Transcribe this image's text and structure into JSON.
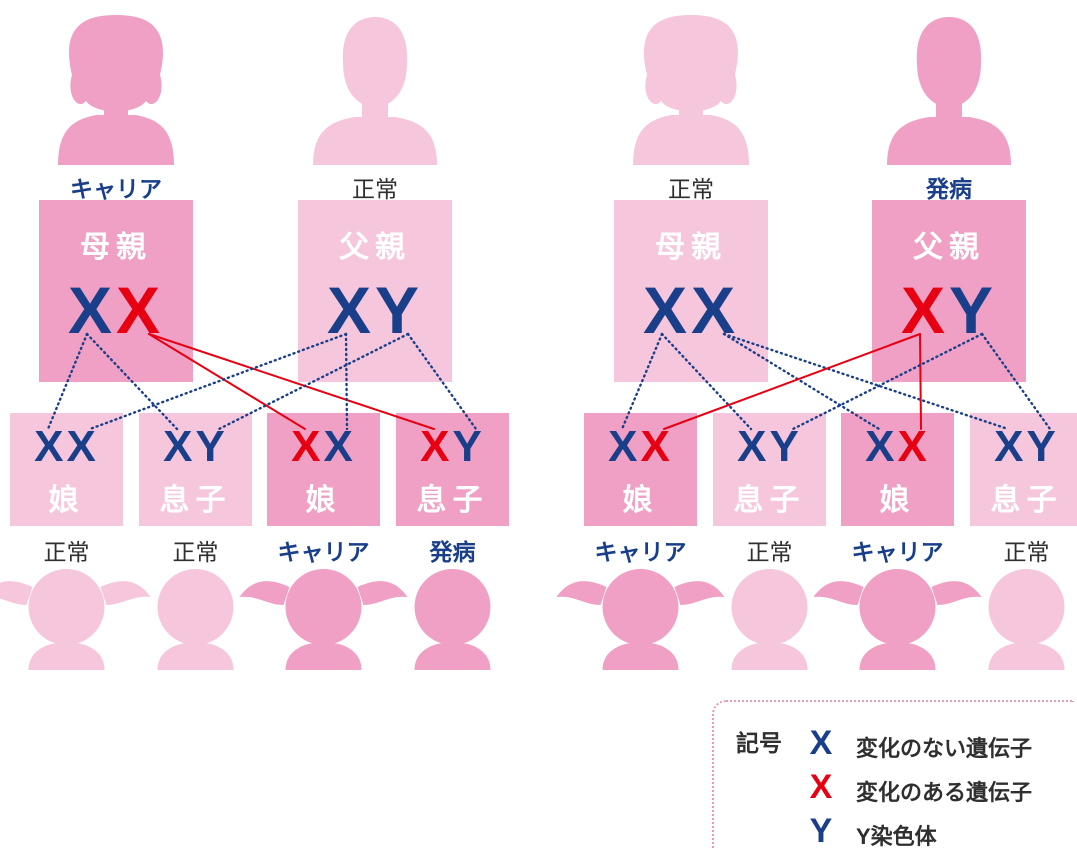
{
  "colors": {
    "dark_pink": "#f0a0c4",
    "light_pink": "#f6c7dc",
    "blue": "#1a3f8a",
    "red": "#e60012"
  },
  "families": [
    {
      "parents": [
        {
          "status": "キャリア",
          "status_style": "bold",
          "role": "母親",
          "genes": [
            {
              "g": "X",
              "c": "blue"
            },
            {
              "g": "X",
              "c": "red"
            }
          ],
          "tone": "dark",
          "figure": "woman-silhouette-icon"
        },
        {
          "status": "正常",
          "status_style": "plain",
          "role": "父親",
          "genes": [
            {
              "g": "X",
              "c": "blue"
            },
            {
              "g": "Y",
              "c": "blue"
            }
          ],
          "tone": "light",
          "figure": "man-silhouette-icon"
        }
      ],
      "children": [
        {
          "genes": [
            {
              "g": "X",
              "c": "blue"
            },
            {
              "g": "X",
              "c": "blue"
            }
          ],
          "role": "娘",
          "status": "正常",
          "status_style": "plain",
          "tone": "light",
          "figure": "girl-silhouette-icon"
        },
        {
          "genes": [
            {
              "g": "X",
              "c": "blue"
            },
            {
              "g": "Y",
              "c": "blue"
            }
          ],
          "role": "息子",
          "status": "正常",
          "status_style": "plain",
          "tone": "light",
          "figure": "boy-silhouette-icon"
        },
        {
          "genes": [
            {
              "g": "X",
              "c": "red"
            },
            {
              "g": "X",
              "c": "blue"
            }
          ],
          "role": "娘",
          "status": "キャリア",
          "status_style": "bold",
          "tone": "dark",
          "figure": "girl-silhouette-icon"
        },
        {
          "genes": [
            {
              "g": "X",
              "c": "red"
            },
            {
              "g": "Y",
              "c": "blue"
            }
          ],
          "role": "息子",
          "status": "発病",
          "status_style": "bold",
          "tone": "dark",
          "figure": "boy-silhouette-icon"
        }
      ]
    },
    {
      "parents": [
        {
          "status": "正常",
          "status_style": "plain",
          "role": "母親",
          "genes": [
            {
              "g": "X",
              "c": "blue"
            },
            {
              "g": "X",
              "c": "blue"
            }
          ],
          "tone": "light",
          "figure": "woman-silhouette-icon"
        },
        {
          "status": "発病",
          "status_style": "bold",
          "role": "父親",
          "genes": [
            {
              "g": "X",
              "c": "red"
            },
            {
              "g": "Y",
              "c": "blue"
            }
          ],
          "tone": "dark",
          "figure": "man-silhouette-icon"
        }
      ],
      "children": [
        {
          "genes": [
            {
              "g": "X",
              "c": "blue"
            },
            {
              "g": "X",
              "c": "red"
            }
          ],
          "role": "娘",
          "status": "キャリア",
          "status_style": "bold",
          "tone": "dark",
          "figure": "girl-silhouette-icon"
        },
        {
          "genes": [
            {
              "g": "X",
              "c": "blue"
            },
            {
              "g": "Y",
              "c": "blue"
            }
          ],
          "role": "息子",
          "status": "正常",
          "status_style": "plain",
          "tone": "light",
          "figure": "boy-silhouette-icon"
        },
        {
          "genes": [
            {
              "g": "X",
              "c": "blue"
            },
            {
              "g": "X",
              "c": "red"
            }
          ],
          "role": "娘",
          "status": "キャリア",
          "status_style": "bold",
          "tone": "dark",
          "figure": "girl-silhouette-icon"
        },
        {
          "genes": [
            {
              "g": "X",
              "c": "blue"
            },
            {
              "g": "Y",
              "c": "blue"
            }
          ],
          "role": "息子",
          "status": "正常",
          "status_style": "plain",
          "tone": "light",
          "figure": "boy-silhouette-icon"
        }
      ]
    }
  ],
  "links": [
    [
      {
        "from": [
          0,
          0
        ],
        "to": [
          0,
          0
        ],
        "style": "dotted-blue"
      },
      {
        "from": [
          0,
          0
        ],
        "to": [
          1,
          0
        ],
        "style": "dotted-blue"
      },
      {
        "from": [
          0,
          1
        ],
        "to": [
          2,
          0
        ],
        "style": "solid-red"
      },
      {
        "from": [
          0,
          1
        ],
        "to": [
          3,
          0
        ],
        "style": "solid-red"
      },
      {
        "from": [
          1,
          0
        ],
        "to": [
          0,
          1
        ],
        "style": "dotted-blue"
      },
      {
        "from": [
          1,
          0
        ],
        "to": [
          2,
          1
        ],
        "style": "dotted-blue"
      },
      {
        "from": [
          1,
          1
        ],
        "to": [
          1,
          1
        ],
        "style": "dotted-blue"
      },
      {
        "from": [
          1,
          1
        ],
        "to": [
          3,
          1
        ],
        "style": "dotted-blue"
      }
    ],
    [
      {
        "from": [
          0,
          0
        ],
        "to": [
          0,
          0
        ],
        "style": "dotted-blue"
      },
      {
        "from": [
          0,
          0
        ],
        "to": [
          1,
          0
        ],
        "style": "dotted-blue"
      },
      {
        "from": [
          0,
          1
        ],
        "to": [
          2,
          0
        ],
        "style": "dotted-blue"
      },
      {
        "from": [
          0,
          1
        ],
        "to": [
          3,
          0
        ],
        "style": "dotted-blue"
      },
      {
        "from": [
          1,
          0
        ],
        "to": [
          0,
          1
        ],
        "style": "solid-red"
      },
      {
        "from": [
          1,
          0
        ],
        "to": [
          2,
          1
        ],
        "style": "solid-red"
      },
      {
        "from": [
          1,
          1
        ],
        "to": [
          1,
          1
        ],
        "style": "dotted-blue"
      },
      {
        "from": [
          1,
          1
        ],
        "to": [
          3,
          1
        ],
        "style": "dotted-blue"
      }
    ]
  ],
  "legend": {
    "title": "記号",
    "items": [
      {
        "symbol": "X",
        "color": "blue",
        "label": "変化のない遺伝子"
      },
      {
        "symbol": "X",
        "color": "red",
        "label": "変化のある遺伝子"
      },
      {
        "symbol": "Y",
        "color": "blue",
        "label": "Y染色体"
      }
    ]
  }
}
